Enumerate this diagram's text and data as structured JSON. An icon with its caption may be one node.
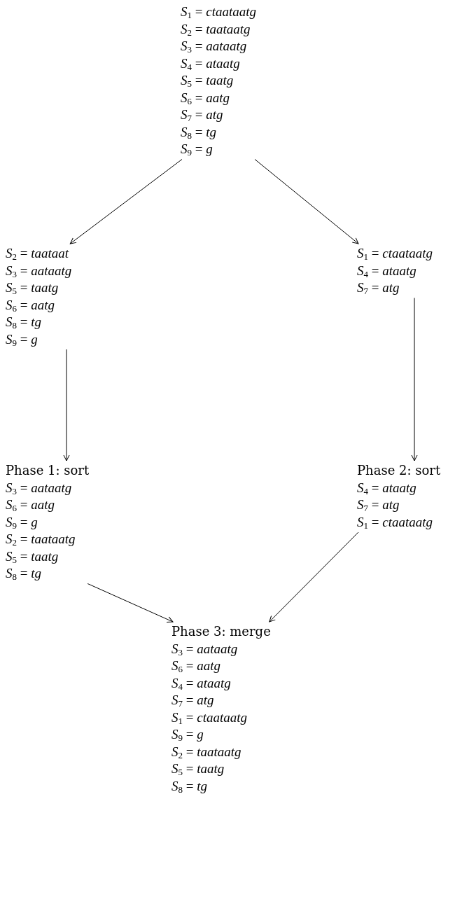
{
  "diagram": {
    "nodes": [
      {
        "text": [
          "*S*$_{1}$ = *ctaataatg*",
          "*S*$_{2}$ = *taataatg*",
          "*S*$_{3}$ = *aataatg*",
          "*S*$_{4}$ = *ataatg*",
          "*S*$_{5}$ = *taatg*",
          "*S*$_{6}$ = *aatg*",
          "*S*$_{7}$ = *atg*",
          "*S*$_{8}$ = *tg*",
          "*S*$_{9}$ = *g*"
        ]
      },
      {
        "text": [
          "*S*$_{2}$ = *taataat*",
          "*S*$_{3}$ = *aataatg*",
          "*S*$_{5}$ = *taatg*",
          "*S*$_{6}$ = *aatg*",
          "*S*$_{8}$ = *tg*",
          "*S*$_{9}$ = *g*"
        ]
      },
      {
        "text": [
          "*S*$_{1}$ = *ctaataatg*",
          "*S*$_{4}$ = *ataatg*",
          "*S*$_{7}$ = *atg*"
        ]
      },
      {
        "text": [
          "Phase 1: sort",
          "*S*$_{3}$ = *aataatg*",
          "*S*$_{6}$ = *aatg*",
          "*S*$_{9}$ = *g*",
          "*S*$_{2}$ = *taataatg*",
          "*S*$_{5}$ = *taatg*",
          "*S*$_{8}$ = *tg*"
        ]
      },
      {
        "text": [
          "Phase 2: sort",
          "*S*$_{4}$ = *ataatg*",
          "*S*$_{7}$ = *atg*",
          "*S*$_{1}$ = *ctaataatg*"
        ]
      },
      {
        "text": [
          "Phase 3: merge",
          "*S*$_{3}$ = *aataatg*",
          "*S*$_{6}$ = *aatg*",
          "*S*$_{4}$ = *ataatg*",
          "*S*$_{7}$ = *atg*",
          "*S*$_{1}$ = *ctaataatg*",
          "*S*$_{9}$ = *g*",
          "*S*$_{2}$ = *taataatg*",
          "*S*$_{5}$ = *taatg*",
          "*S*$_{8}$ = *tg*"
        ]
      }
    ],
    "edges": [
      {
        "from": 0,
        "to": 1,
        "arrow": "to"
      },
      {
        "from": 0,
        "to": 2,
        "arrow": "to"
      },
      {
        "from": 1,
        "to": 3,
        "arrow": "to"
      },
      {
        "from": 2,
        "to": 4,
        "arrow": "to"
      },
      {
        "from": 3,
        "to": 5,
        "arrow": "to"
      },
      {
        "from": 4,
        "to": 5,
        "arrow": "to"
      }
    ]
  }
}
